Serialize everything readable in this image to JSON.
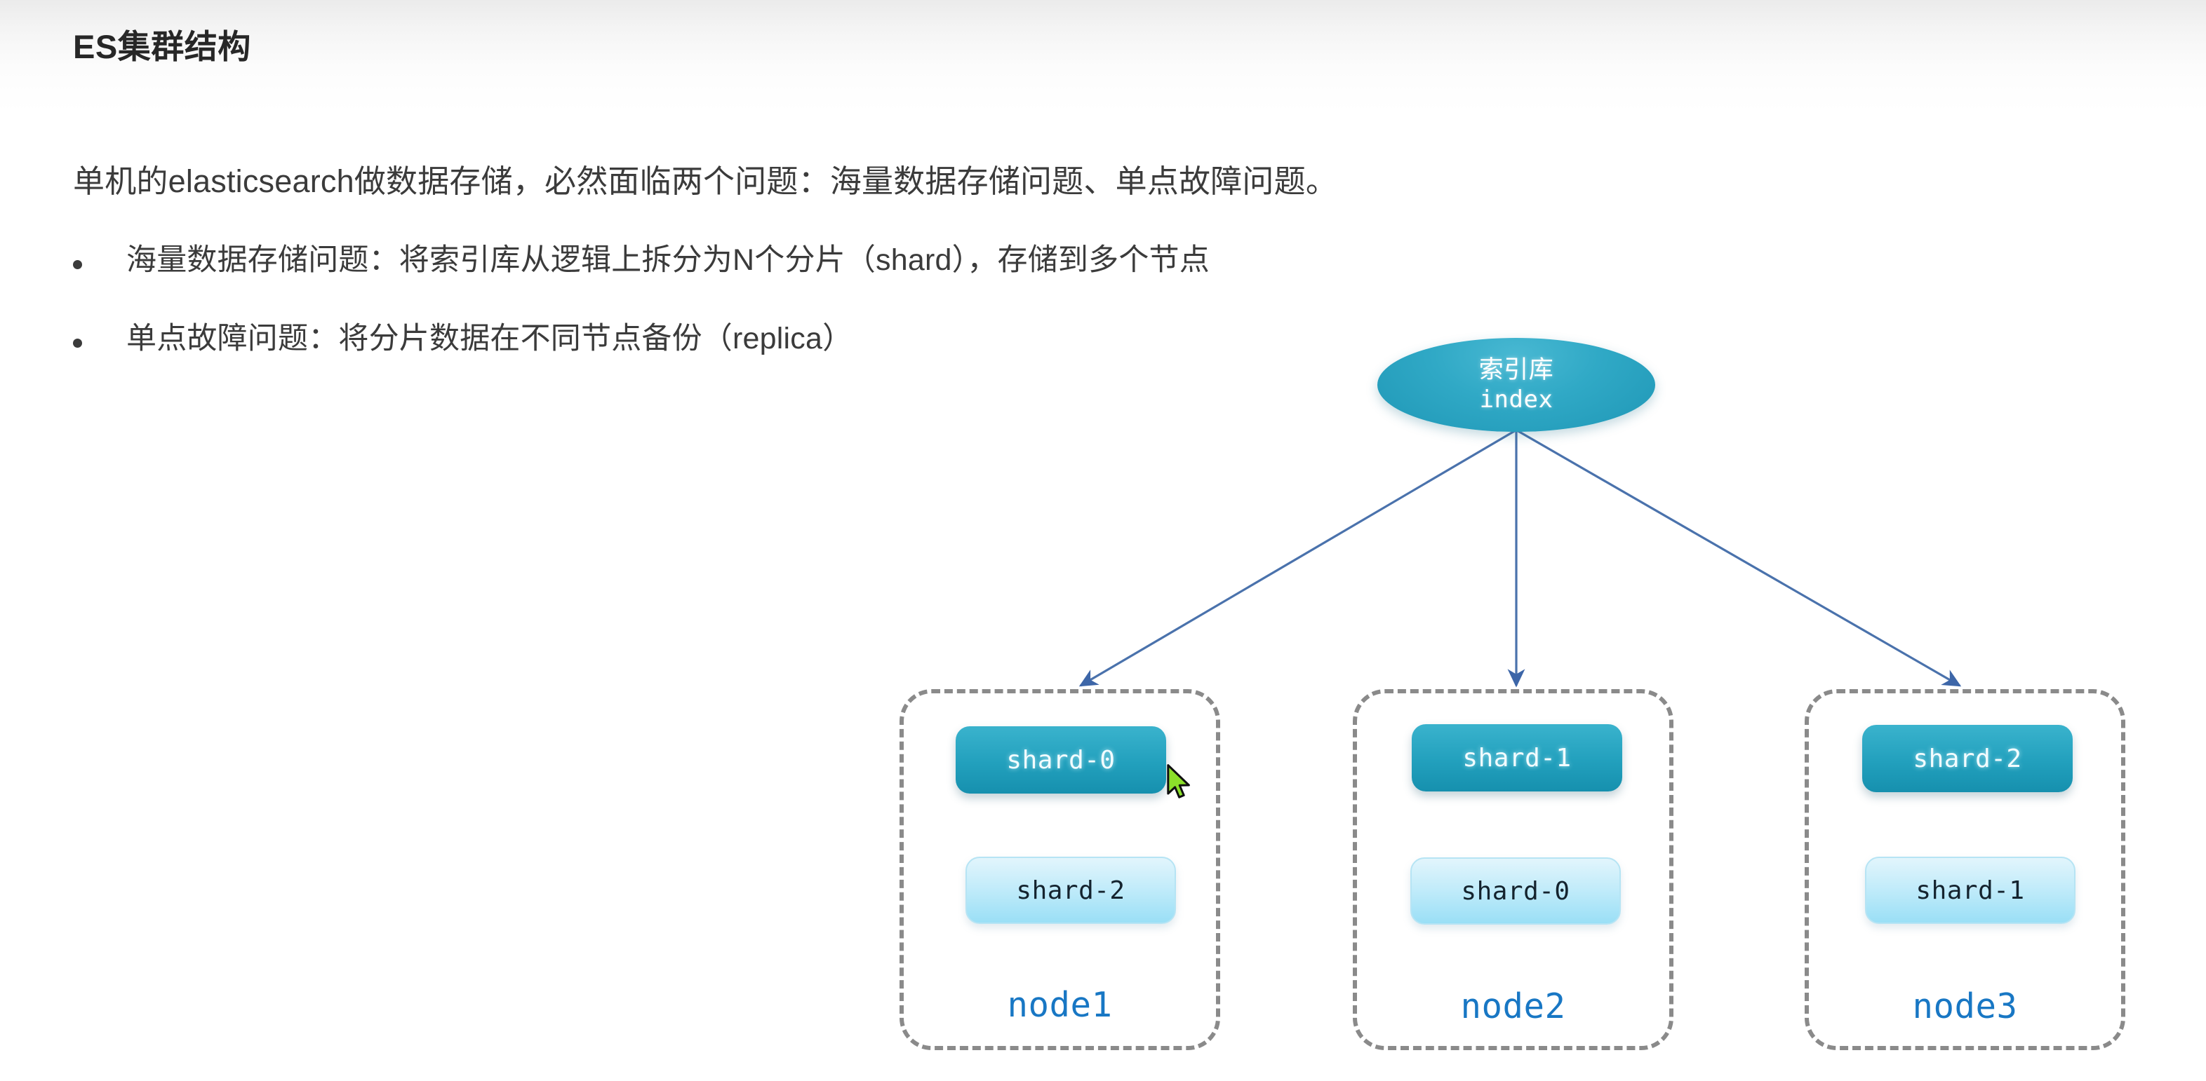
{
  "slide": {
    "title": "ES集群结构",
    "intro": "单机的elasticsearch做数据存储，必然面临两个问题：海量数据存储问题、单点故障问题。",
    "bullets": [
      "海量数据存储问题：将索引库从逻辑上拆分为N个分片（shard），存储到多个节点",
      "单点故障问题：将分片数据在不同节点备份（replica）"
    ]
  },
  "diagram": {
    "index": {
      "label_cn": "索引库",
      "label_en": "index"
    },
    "nodes": [
      {
        "name": "node1",
        "primary_shard": "shard-0",
        "replica_shard": "shard-2"
      },
      {
        "name": "node2",
        "primary_shard": "shard-1",
        "replica_shard": "shard-0"
      },
      {
        "name": "node3",
        "primary_shard": "shard-2",
        "replica_shard": "shard-1"
      }
    ]
  },
  "colors": {
    "index_fill": "#22a0bd",
    "primary_shard_fill": "#1f9dba",
    "replica_shard_fill": "#b6e6f8",
    "node_label": "#1877c4",
    "node_border": "#8a8a8a",
    "connector": "#4a72ac",
    "title_text": "#272727",
    "body_text": "#3b3b3b",
    "cursor": "#8ce02a"
  }
}
